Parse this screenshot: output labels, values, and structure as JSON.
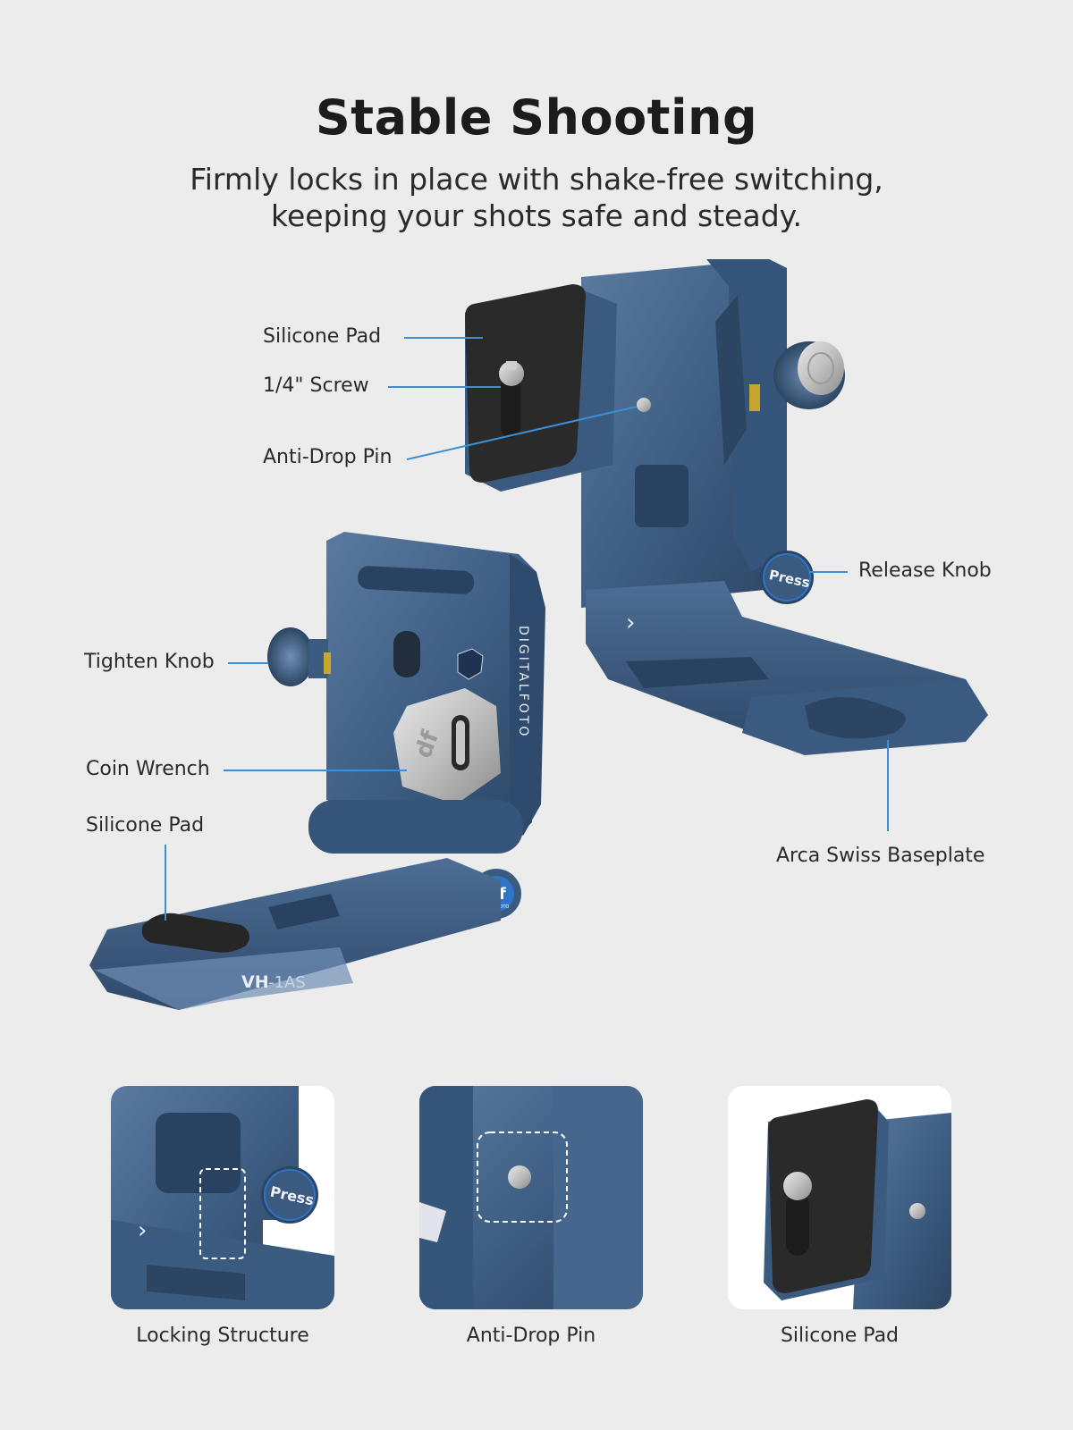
{
  "header": {
    "title": "Stable Shooting",
    "subtitle_line1": "Firmly locks in place with shake-free switching,",
    "subtitle_line2": "keeping your shots safe and steady."
  },
  "callouts": {
    "silicone_pad_top": "Silicone Pad",
    "screw": "1/4\" Screw",
    "anti_drop_pin": "Anti-Drop Pin",
    "release_knob": "Release Knob",
    "tighten_knob": "Tighten Knob",
    "coin_wrench": "Coin Wrench",
    "silicone_pad_bottom": "Silicone Pad",
    "arca_swiss_baseplate": "Arca Swiss Baseplate"
  },
  "product": {
    "brand_vertical": "DIGITALFOTO",
    "model_bold": "VH",
    "model_rest": "-1AS",
    "badge": "df",
    "badge_small": "DIGITALFOTO",
    "press_label": "Press",
    "wrench_mark": "df"
  },
  "details": [
    {
      "label": "Locking Structure"
    },
    {
      "label": "Anti-Drop Pin"
    },
    {
      "label": "Silicone Pad"
    }
  ],
  "colors": {
    "background": "#ececec",
    "metal_blue": "#3f5f85",
    "metal_blue_dark": "#2c4563",
    "accent_blue": "#2f74c8",
    "callout_line": "#3b8fd6"
  },
  "icons": [
    "chevron-right-icon",
    "brand-badge-icon"
  ]
}
